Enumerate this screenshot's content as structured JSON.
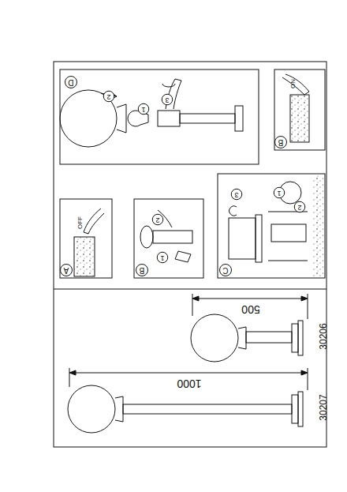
{
  "diagram": {
    "labels": [
      "1000",
      "500",
      "30207",
      "30206",
      "D",
      "B",
      "A",
      "B",
      "C",
      "ON",
      "OFF",
      "1",
      "2",
      "3",
      "1",
      "2",
      "1",
      "2",
      "3"
    ]
  }
}
